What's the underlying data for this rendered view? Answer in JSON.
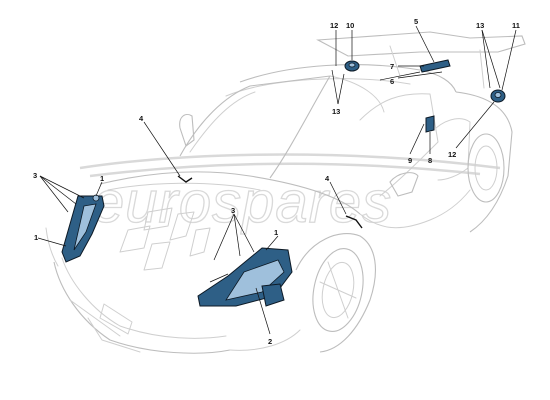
{
  "diagram": {
    "watermark": "eurospares",
    "callouts": [
      {
        "id": "c1",
        "text": "1"
      },
      {
        "id": "c2",
        "text": "1"
      },
      {
        "id": "c3",
        "text": "1"
      },
      {
        "id": "c4",
        "text": "2"
      },
      {
        "id": "c5",
        "text": "3"
      },
      {
        "id": "c6",
        "text": "3"
      },
      {
        "id": "c7",
        "text": "4"
      },
      {
        "id": "c8",
        "text": "4"
      },
      {
        "id": "c9",
        "text": "5"
      },
      {
        "id": "c10",
        "text": "6"
      },
      {
        "id": "c11",
        "text": "7"
      },
      {
        "id": "c12",
        "text": "8"
      },
      {
        "id": "c13",
        "text": "9"
      },
      {
        "id": "c14",
        "text": "10"
      },
      {
        "id": "c15",
        "text": "11"
      },
      {
        "id": "c16",
        "text": "12"
      },
      {
        "id": "c17",
        "text": "12"
      },
      {
        "id": "c18",
        "text": "13"
      },
      {
        "id": "c19",
        "text": "13"
      }
    ]
  }
}
